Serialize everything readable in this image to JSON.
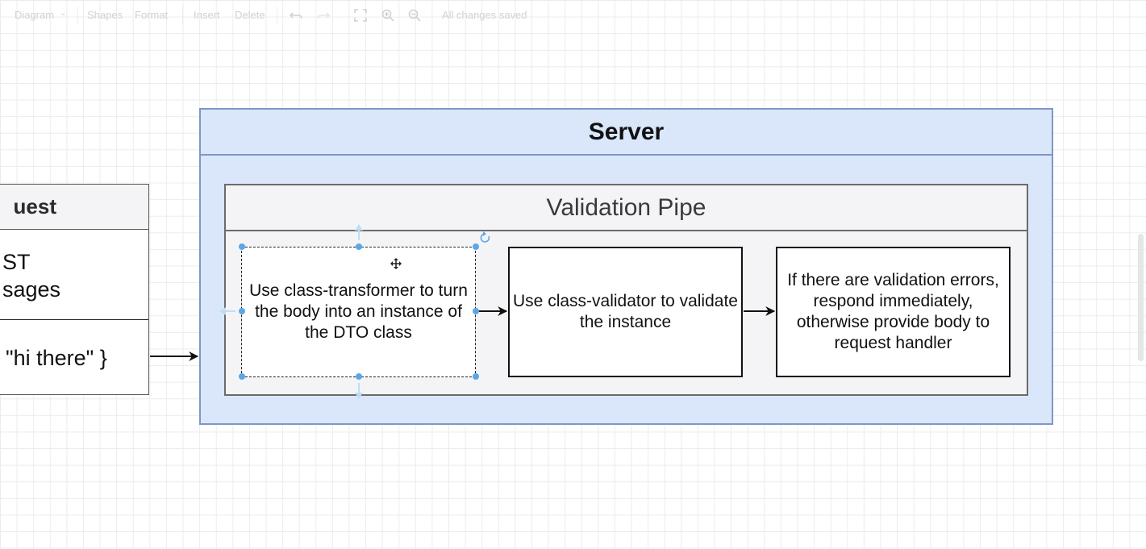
{
  "toolbar": {
    "diagram_label": "Diagram",
    "shapes_label": "Shapes",
    "format_label": "Format",
    "insert_label": "Insert",
    "delete_label": "Delete",
    "status": "All changes saved",
    "icons": [
      "undo-icon",
      "redo-icon",
      "fit-icon",
      "zoom-in-icon",
      "zoom-out-icon"
    ]
  },
  "request": {
    "title": "uest",
    "method_line1": "ST",
    "method_line2": "sages",
    "body": "\"hi there\" }"
  },
  "server": {
    "title": "Server",
    "pipe_title": "Validation Pipe",
    "steps": [
      "Use class-transformer to turn the body into an instance of the DTO class",
      "Use class-validator to validate the instance",
      "If there are validation errors, respond immediately, otherwise provide body to request handler"
    ]
  },
  "colors": {
    "server_fill": "#dae7fb",
    "server_border": "#7f97c6",
    "pipe_fill": "#f4f4f6",
    "selection_handle": "#5aa7e8"
  }
}
